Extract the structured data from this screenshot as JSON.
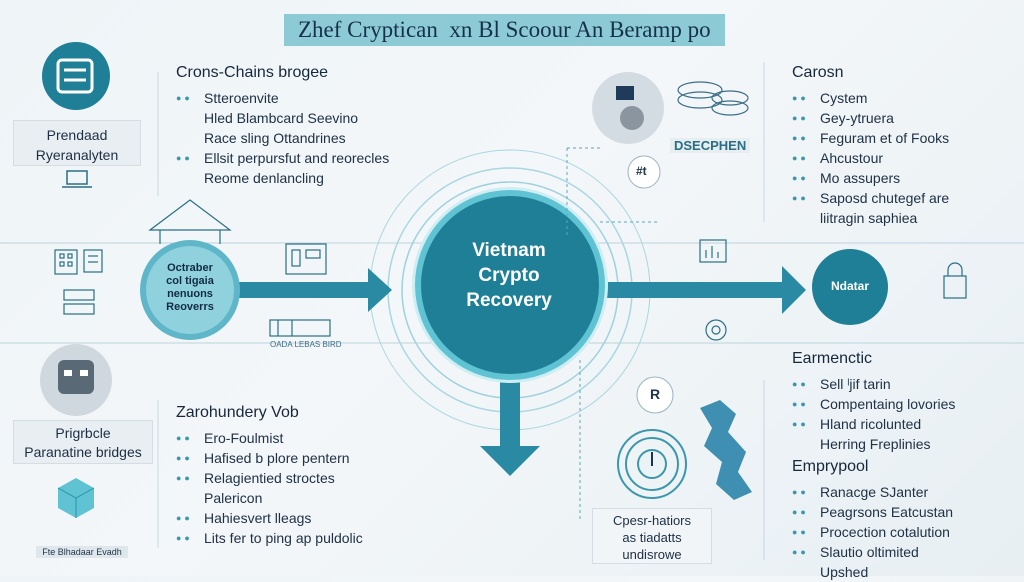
{
  "title": "Zhef Cryptican  xn Bl Scoour An Beramp po",
  "center": {
    "lines": [
      "Vietnam",
      "Crypto",
      "Recovery"
    ]
  },
  "left_node": {
    "lines": [
      "Octraber",
      "col tigaia",
      "nenuons",
      "Reoverrs"
    ]
  },
  "right_node": {
    "label": "Ndatar"
  },
  "left_boxes": {
    "top": [
      "Prendaad",
      "Ryeranalyten"
    ],
    "bottom": [
      "Prigrbcle",
      "Paranatine bridges"
    ],
    "bottom_caption": "Fte Blhadaar Evadh"
  },
  "small_labels": {
    "hash": "#t",
    "r": "R",
    "dsecphen": "DSECPHEN",
    "mid_caption": "OADA LEBAS BIRD"
  },
  "bottom_center_box": [
    "Cpesr-hatiors",
    "as tiadatts",
    "undisrowe"
  ],
  "sections": {
    "cross_chain": {
      "title": "Crons-Chains brogee",
      "items": [
        {
          "text": "Stteroenvite",
          "bullet": true
        },
        {
          "text": "Hled Blambcard Seevino",
          "bullet": false
        },
        {
          "text": "Race sling Ottandrines",
          "bullet": false
        },
        {
          "text": "Ellsit perpursfut and reorecles",
          "bullet": true
        },
        {
          "text": "Reome denlancling",
          "bullet": false
        }
      ]
    },
    "carosn": {
      "title": "Carosn",
      "items": [
        {
          "text": "Cystem",
          "bullet": true
        },
        {
          "text": "Gey-ytruera",
          "bullet": true
        },
        {
          "text": "Feguram et of Fooks",
          "bullet": true
        },
        {
          "text": "Ahcustour",
          "bullet": true
        },
        {
          "text": "Mo assupers",
          "bullet": true
        },
        {
          "text": "Saposd chutegef are",
          "bullet": true
        },
        {
          "text": "liitragin saphiea",
          "bullet": false
        }
      ]
    },
    "zarohundery": {
      "title": "Zarohundery Vob",
      "items": [
        {
          "text": "Ero-Foulmist",
          "bullet": true
        },
        {
          "text": "Hafised b plore pentern",
          "bullet": true
        },
        {
          "text": "Relagientied stroctes",
          "bullet": true
        },
        {
          "text": "Palericon",
          "bullet": false
        },
        {
          "text": "Hahiesvert lleags",
          "bullet": true
        },
        {
          "text": "Lits fer to ping ap puldolic",
          "bullet": true
        }
      ]
    },
    "earmenctic": {
      "title": "Earmenctic",
      "items": [
        {
          "text": "Sell ˡjif tarin",
          "bullet": true
        },
        {
          "text": "Compentaing lovories",
          "bullet": true
        },
        {
          "text": "Hland ricolunted",
          "bullet": true
        },
        {
          "text": "Herring Freplinies",
          "bullet": false
        }
      ]
    },
    "emprypool": {
      "title": "Emprypool",
      "items": [
        {
          "text": "Ranacge SJanter",
          "bullet": true
        },
        {
          "text": "Peagrsons Eatcustan",
          "bullet": true
        },
        {
          "text": "Procection cotalution",
          "bullet": true
        },
        {
          "text": "Slautio oltimited",
          "bullet": true
        },
        {
          "text": "Upshed",
          "bullet": false
        }
      ]
    }
  },
  "colors": {
    "teal_dark": "#1e7f96",
    "teal": "#2a93aa",
    "teal_light": "#5fc3d3",
    "line": "#8fc4d0",
    "text": "#1f3448"
  },
  "icons": [
    "gear-chain-icon",
    "laptop-icon",
    "robot-head-icon",
    "cube-icon",
    "coin-stack-icon",
    "document-icon",
    "vault-dial-icon",
    "map-icon",
    "house-icon",
    "building-icon",
    "lock-icon",
    "chart-icon"
  ]
}
